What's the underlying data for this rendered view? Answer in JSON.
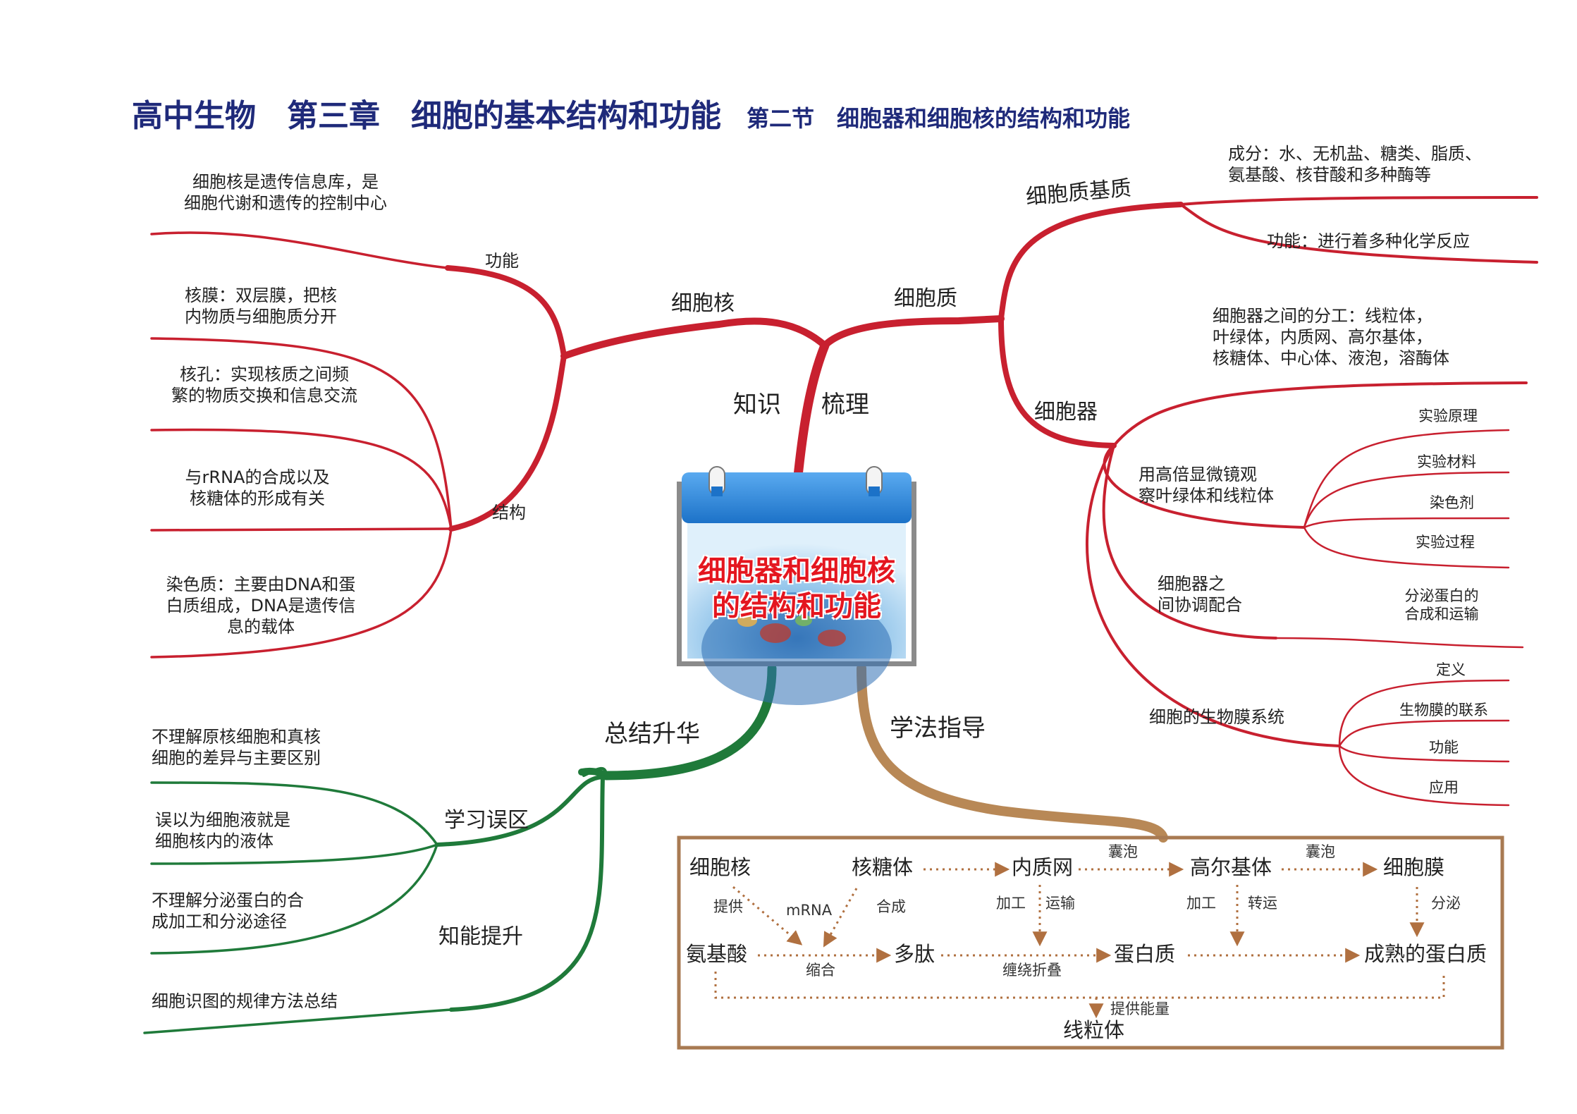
{
  "title": {
    "main": "高中生物　第三章　细胞的基本结构和功能",
    "section": "第二节　细胞器和细胞核的结构和功能"
  },
  "center": {
    "card_title_line1": "细胞器和细胞核",
    "card_title_line2": "的结构和功能",
    "branch_knowledge_1": "知识",
    "branch_knowledge_2": "梳理",
    "branch_summary": "总结升华",
    "branch_method": "学法指导"
  },
  "nucleus": {
    "label": "细胞核",
    "function_label": "功能",
    "function_text": [
      "细胞核是遗传信息库，是",
      "细胞代谢和遗传的控制中心"
    ],
    "structure_label": "结构",
    "structure_items": [
      [
        "核膜：双层膜，把核",
        "内物质与细胞质分开"
      ],
      [
        "核孔：实现核质之间频",
        "繁的物质交换和信息交流"
      ],
      [
        "与rRNA的合成以及",
        "核糖体的形成有关"
      ],
      [
        "染色质：主要由DNA和蛋",
        "白质组成，DNA是遗传信",
        "息的载体"
      ]
    ]
  },
  "cytoplasm": {
    "label": "细胞质",
    "matrix_label": "细胞质基质",
    "matrix_components": [
      "成分：水、无机盐、糖类、脂质、",
      "氨基酸、核苷酸和多种酶等"
    ],
    "matrix_function": "功能：进行着多种化学反应",
    "organelle_label": "细胞器",
    "division_of_labor": [
      "细胞器之间的分工：线粒体，",
      "叶绿体，内质网、高尔基体，",
      "核糖体、中心体、液泡，溶酶体"
    ],
    "experiment_label": [
      "用高倍显微镜观",
      "察叶绿体和线粒体"
    ],
    "experiment_items": [
      "实验原理",
      "实验材料",
      "染色剂",
      "实验过程"
    ],
    "coordination_label": [
      "细胞器之",
      "间协调配合"
    ],
    "coordination_item": [
      "分泌蛋白的",
      "合成和运输"
    ],
    "membrane_label": "细胞的生物膜系统",
    "membrane_items": [
      "定义",
      "生物膜的联系",
      "功能",
      "应用"
    ]
  },
  "summary": {
    "mistakes_label": "学习误区",
    "mistakes": [
      [
        "不理解原核细胞和真核",
        "细胞的差异与主要区别"
      ],
      [
        "误以为细胞液就是",
        "细胞核内的液体"
      ],
      [
        "不理解分泌蛋白的合",
        "成加工和分泌途径"
      ]
    ],
    "skills_label": "知能提升",
    "skills": [
      "细胞识图的规律方法总结"
    ]
  },
  "flow": {
    "nucleus": "细胞核",
    "ribosome": "核糖体",
    "er": "内质网",
    "golgi": "高尔基体",
    "membrane": "细胞膜",
    "amino_acid": "氨基酸",
    "peptide": "多肽",
    "protein": "蛋白质",
    "mature_protein": "成熟的蛋白质",
    "mitochondria": "线粒体",
    "provide": "提供",
    "mrna": "mRNA",
    "synthesis": "合成",
    "condense": "缩合",
    "process1": "加工",
    "transport1": "运输",
    "vesicle1": "囊泡",
    "process2": "加工",
    "transport2": "转运",
    "vesicle2": "囊泡",
    "secrete": "分泌",
    "fold": "缠绕折叠",
    "energy": "提供能量"
  },
  "colors": {
    "title": "#1f2a7a",
    "red_branch": "#c8202f",
    "green_branch": "#1f7a3a",
    "brown_branch": "#b88856",
    "flow_border": "#a87a52",
    "flow_arrow": "#b07040",
    "card_title": "#e4161f"
  }
}
